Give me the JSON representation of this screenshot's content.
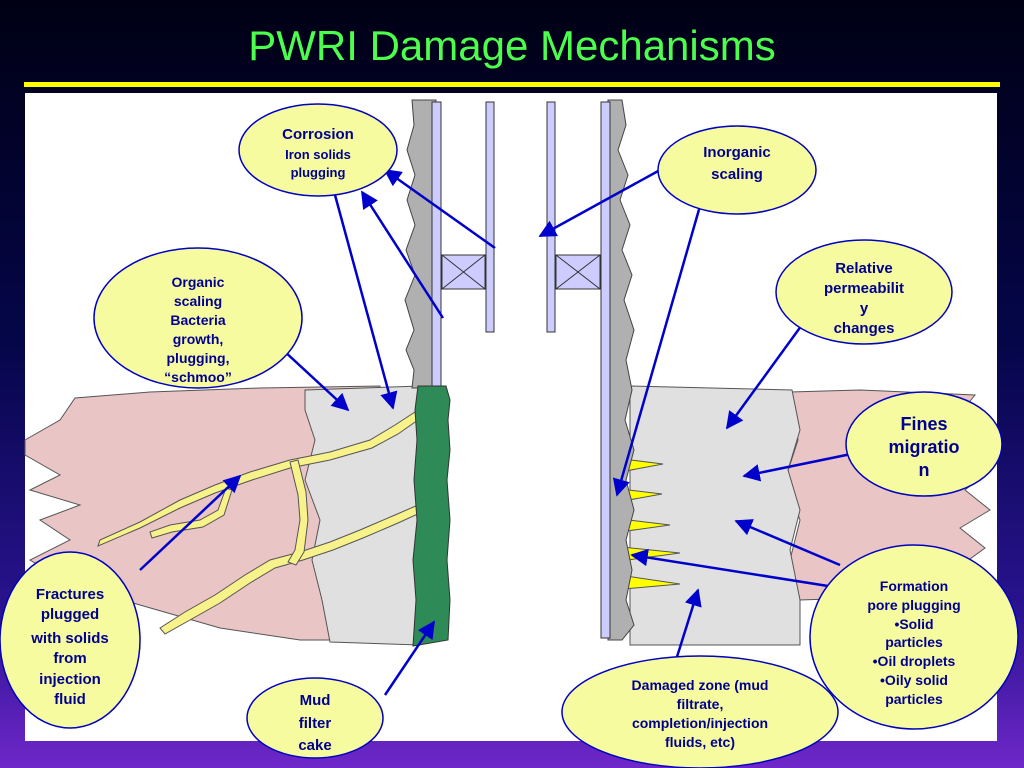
{
  "title": "PWRI Damage Mechanisms",
  "colors": {
    "title": "#4dff4d",
    "rule": "#ffff00",
    "bubble_fill": "#f7fba0",
    "bubble_stroke": "#0000c0",
    "label_text": "#000090",
    "arrow": "#0000cc",
    "formation": "#e9c5c5",
    "damaged_zone": "#e0e0e0",
    "casing": "#b0b0b0",
    "tubing": "#ccccff",
    "mud_cake": "#2e8b57",
    "fracture": "#f8f28a"
  },
  "labels": {
    "corrosion": [
      "Corrosion",
      "Iron solids",
      "plugging"
    ],
    "inorganic": [
      "Inorganic",
      "scaling"
    ],
    "organic": [
      "Organic",
      "scaling",
      "Bacteria",
      "growth,",
      "plugging,",
      "“schmoo”"
    ],
    "relperm": [
      "Relative",
      "permeabilit",
      "y",
      "changes"
    ],
    "fines": [
      "Fines",
      "migratio",
      "n"
    ],
    "fractures": [
      "Fractures",
      "plugged",
      "with solids",
      "from",
      "injection",
      "fluid"
    ],
    "mud": [
      "Mud",
      "filter",
      "cake"
    ],
    "damaged": [
      "Damaged zone (mud",
      "filtrate,",
      "completion/injection",
      "fluids, etc)"
    ],
    "formation_plug": [
      "Formation",
      "pore plugging",
      "•Solid",
      "particles",
      "•Oil droplets",
      "•Oily solid",
      "particles"
    ]
  }
}
